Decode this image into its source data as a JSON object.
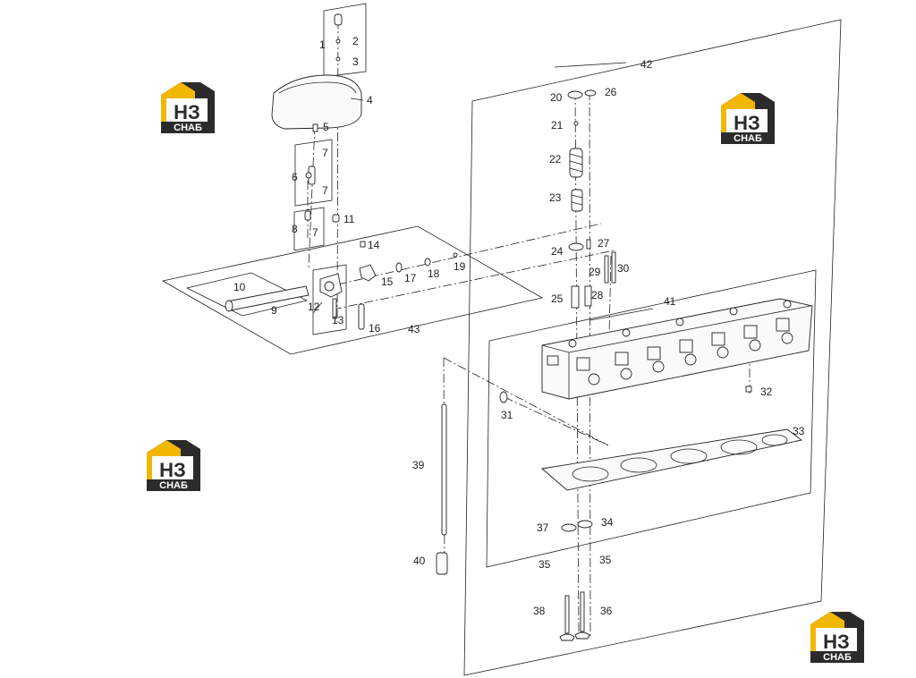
{
  "logo": {
    "mark": "НЗ",
    "caption": "СНАБ",
    "color_yellow": "#f2b705",
    "color_dark": "#2b2b2b"
  },
  "callouts": [
    "1",
    "2",
    "3",
    "4",
    "5",
    "6",
    "7",
    "7",
    "8",
    "7",
    "9",
    "10",
    "11",
    "12",
    "13",
    "14",
    "15",
    "16",
    "17",
    "18",
    "19",
    "20",
    "21",
    "22",
    "23",
    "24",
    "25",
    "26",
    "27",
    "28",
    "29",
    "30",
    "31",
    "32",
    "33",
    "34",
    "35",
    "35",
    "36",
    "37",
    "38",
    "39",
    "40",
    "41",
    "42",
    "43"
  ]
}
